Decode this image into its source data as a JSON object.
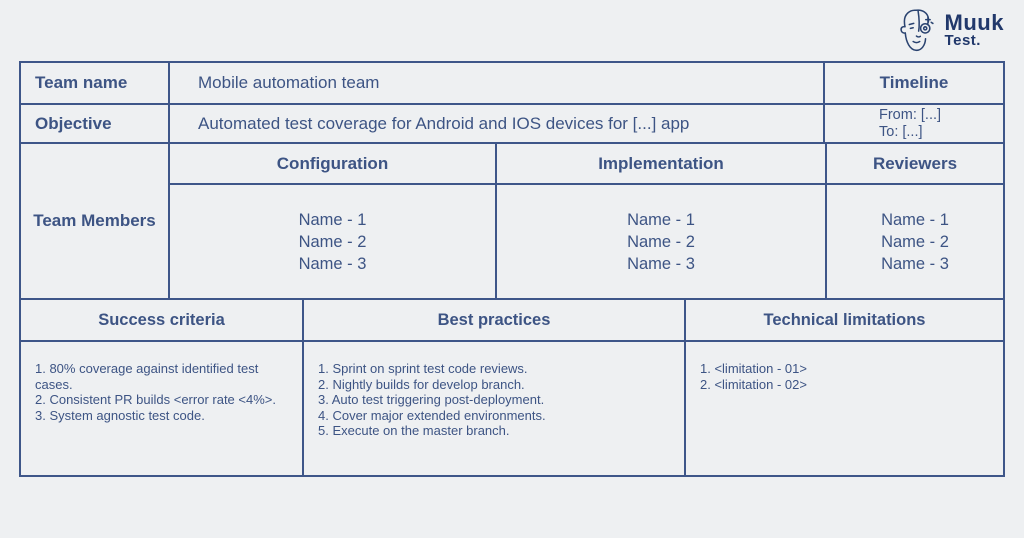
{
  "colors": {
    "background": "#eef0f2",
    "line": "#3e5689",
    "text": "#3d5484",
    "logo": "#21386b"
  },
  "logo": {
    "name": "Muuk",
    "sub": "Test."
  },
  "top": {
    "rows": [
      {
        "label": "Team name",
        "value": "Mobile automation team"
      },
      {
        "label": "Objective",
        "value": "Automated test coverage for Android and IOS devices for [...] app"
      }
    ],
    "timeline": {
      "header": "Timeline",
      "from": "From: [...]",
      "to": "To: [...]"
    }
  },
  "members": {
    "label": "Team Members",
    "groups": [
      {
        "header": "Configuration",
        "names": [
          "Name - 1",
          "Name - 2",
          "Name - 3"
        ]
      },
      {
        "header": "Implementation",
        "names": [
          "Name - 1",
          "Name - 2",
          "Name - 3"
        ]
      },
      {
        "header": "Reviewers",
        "names": [
          "Name - 1",
          "Name - 2",
          "Name - 3"
        ]
      }
    ]
  },
  "bottom": {
    "columns": [
      {
        "header": "Success criteria",
        "items": [
          "1. 80% coverage against identified test cases.",
          "2. Consistent PR builds <error rate <4%>.",
          "3. System agnostic test code."
        ]
      },
      {
        "header": "Best practices",
        "items": [
          "1. Sprint on sprint test code reviews.",
          "2. Nightly builds for develop branch.",
          "3. Auto test triggering post-deployment.",
          "4. Cover major extended environments.",
          "5. Execute on the master branch."
        ]
      },
      {
        "header": "Technical limitations",
        "items": [
          "1. <limitation - 01>",
          "2. <limitation - 02>"
        ]
      }
    ]
  }
}
